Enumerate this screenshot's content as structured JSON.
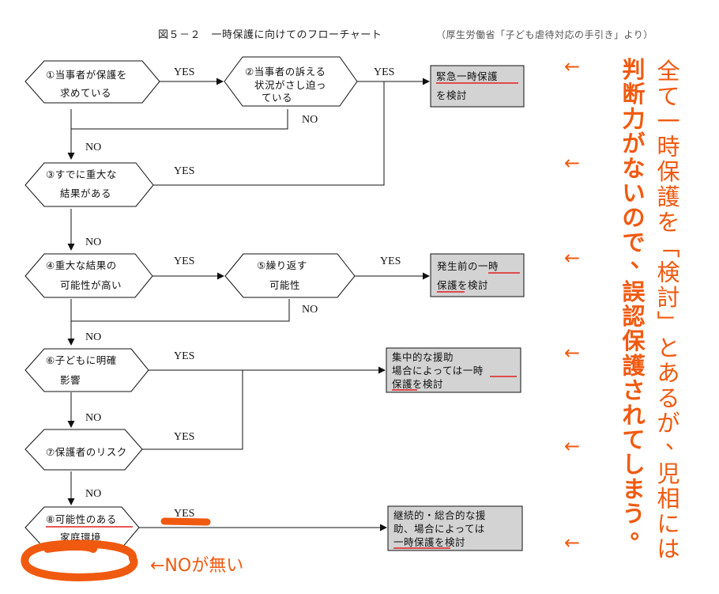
{
  "header": {
    "title": "図５－２　一時保護に向けてのフローチャート",
    "source": "（厚生労働省「子ども虐待対応の手引き」より）"
  },
  "decisions": {
    "d1": {
      "line1": "①当事者が保護を",
      "line2": "求めている"
    },
    "d2": {
      "line1": "②当事者の訴える",
      "line2": "状況がさし迫っ",
      "line3": "ている"
    },
    "d3": {
      "line1": "③すでに重大な",
      "line2": "結果がある"
    },
    "d4": {
      "line1": "④重大な結果の",
      "line2": "可能性が高い"
    },
    "d5": {
      "line1": "⑤繰り返す",
      "line2": "可能性"
    },
    "d6": {
      "line1": "⑥子どもに明確",
      "line2": "影響"
    },
    "d7": {
      "line1": "⑦保護者のリスク"
    },
    "d8": {
      "line1": "⑧可能性のある",
      "line2": "家庭環境"
    }
  },
  "outcomes": {
    "o1": {
      "line1": "緊急一時保護",
      "line2": "を検討"
    },
    "o2": {
      "line1": "発生前の一時",
      "line2": "保護を検討"
    },
    "o3": {
      "line1": "集中的な援助",
      "line2": "場合によっては一時",
      "line3": "保護を検討"
    },
    "o4": {
      "line1": "継続的・総合的な援",
      "line2": "助、場合によっては",
      "line3": "一時保護を検討"
    }
  },
  "labels": {
    "yes": "YES",
    "no": "NO"
  },
  "annotation": {
    "arrow": "←",
    "no_missing": "←NOが無い",
    "column1": "全て一時保護を「検討」とあるが、児相には",
    "column2": "判断力がないので、誤認保護されてしまう。"
  },
  "colors": {
    "accent": "#f05a10",
    "underline": "#e21f1f",
    "box_fill": "#d3d3d3"
  }
}
